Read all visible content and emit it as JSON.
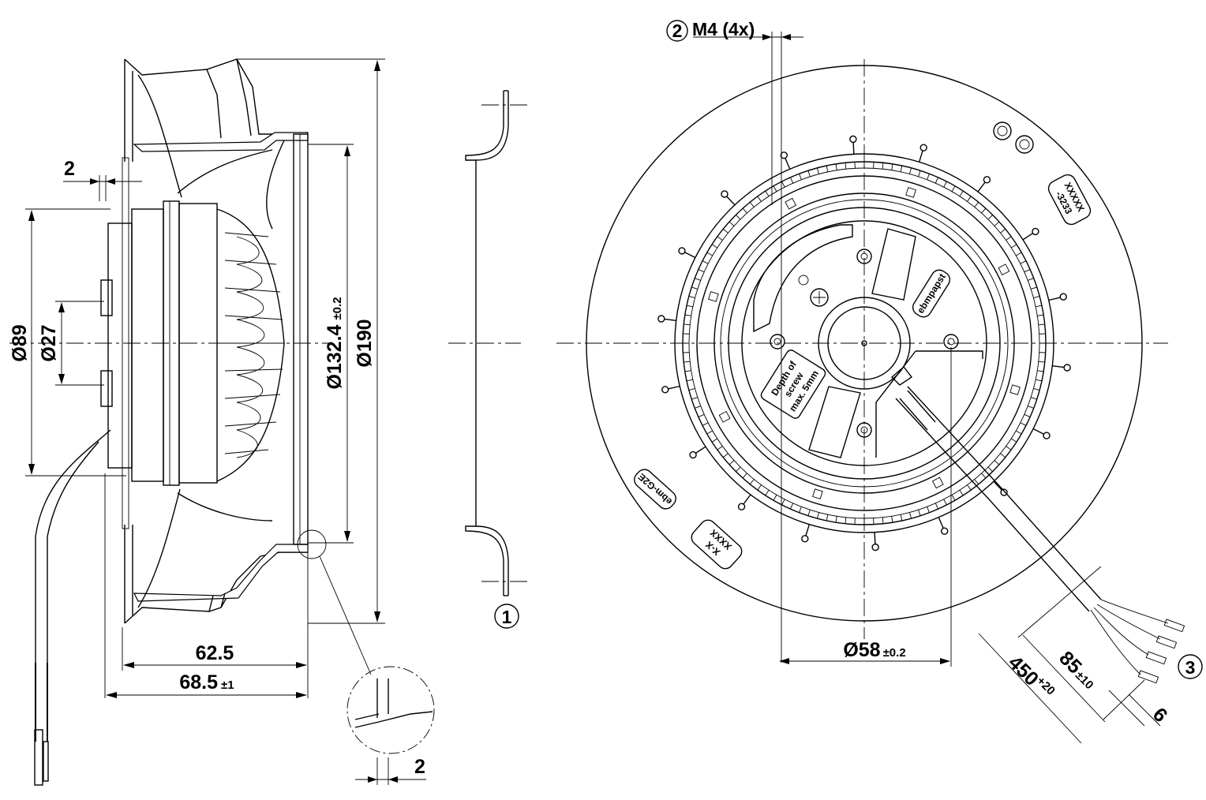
{
  "dimensions": {
    "d89": "Ø89",
    "d27": "Ø27",
    "d132": "Ø132.4",
    "d132_tol": "±0.2",
    "d190": "Ø190",
    "w2_top": "2",
    "w62": "62.5",
    "w68": "68.5",
    "w68_tol": "±1",
    "w2_detail": "2",
    "m4": "M4 (4x)",
    "d58": "Ø58",
    "d58_tol": "±0.2",
    "l450": "450",
    "l450_tol": "+20",
    "l85": "85",
    "l85_tol": "±10",
    "l6": "6"
  },
  "callouts": {
    "c1": "1",
    "c2": "2",
    "c3": "3"
  },
  "labels": {
    "depth_line1": "Depth of",
    "depth_line2": "screw",
    "depth_line3": "max. 5mm",
    "brand": "ebmpapst",
    "plate_a_line1": "XXXXX",
    "plate_a_line2": "-3233",
    "plate_b_line1": "X-X",
    "plate_b_line2": "XXXX",
    "plate_c": "ebm-G2E"
  }
}
